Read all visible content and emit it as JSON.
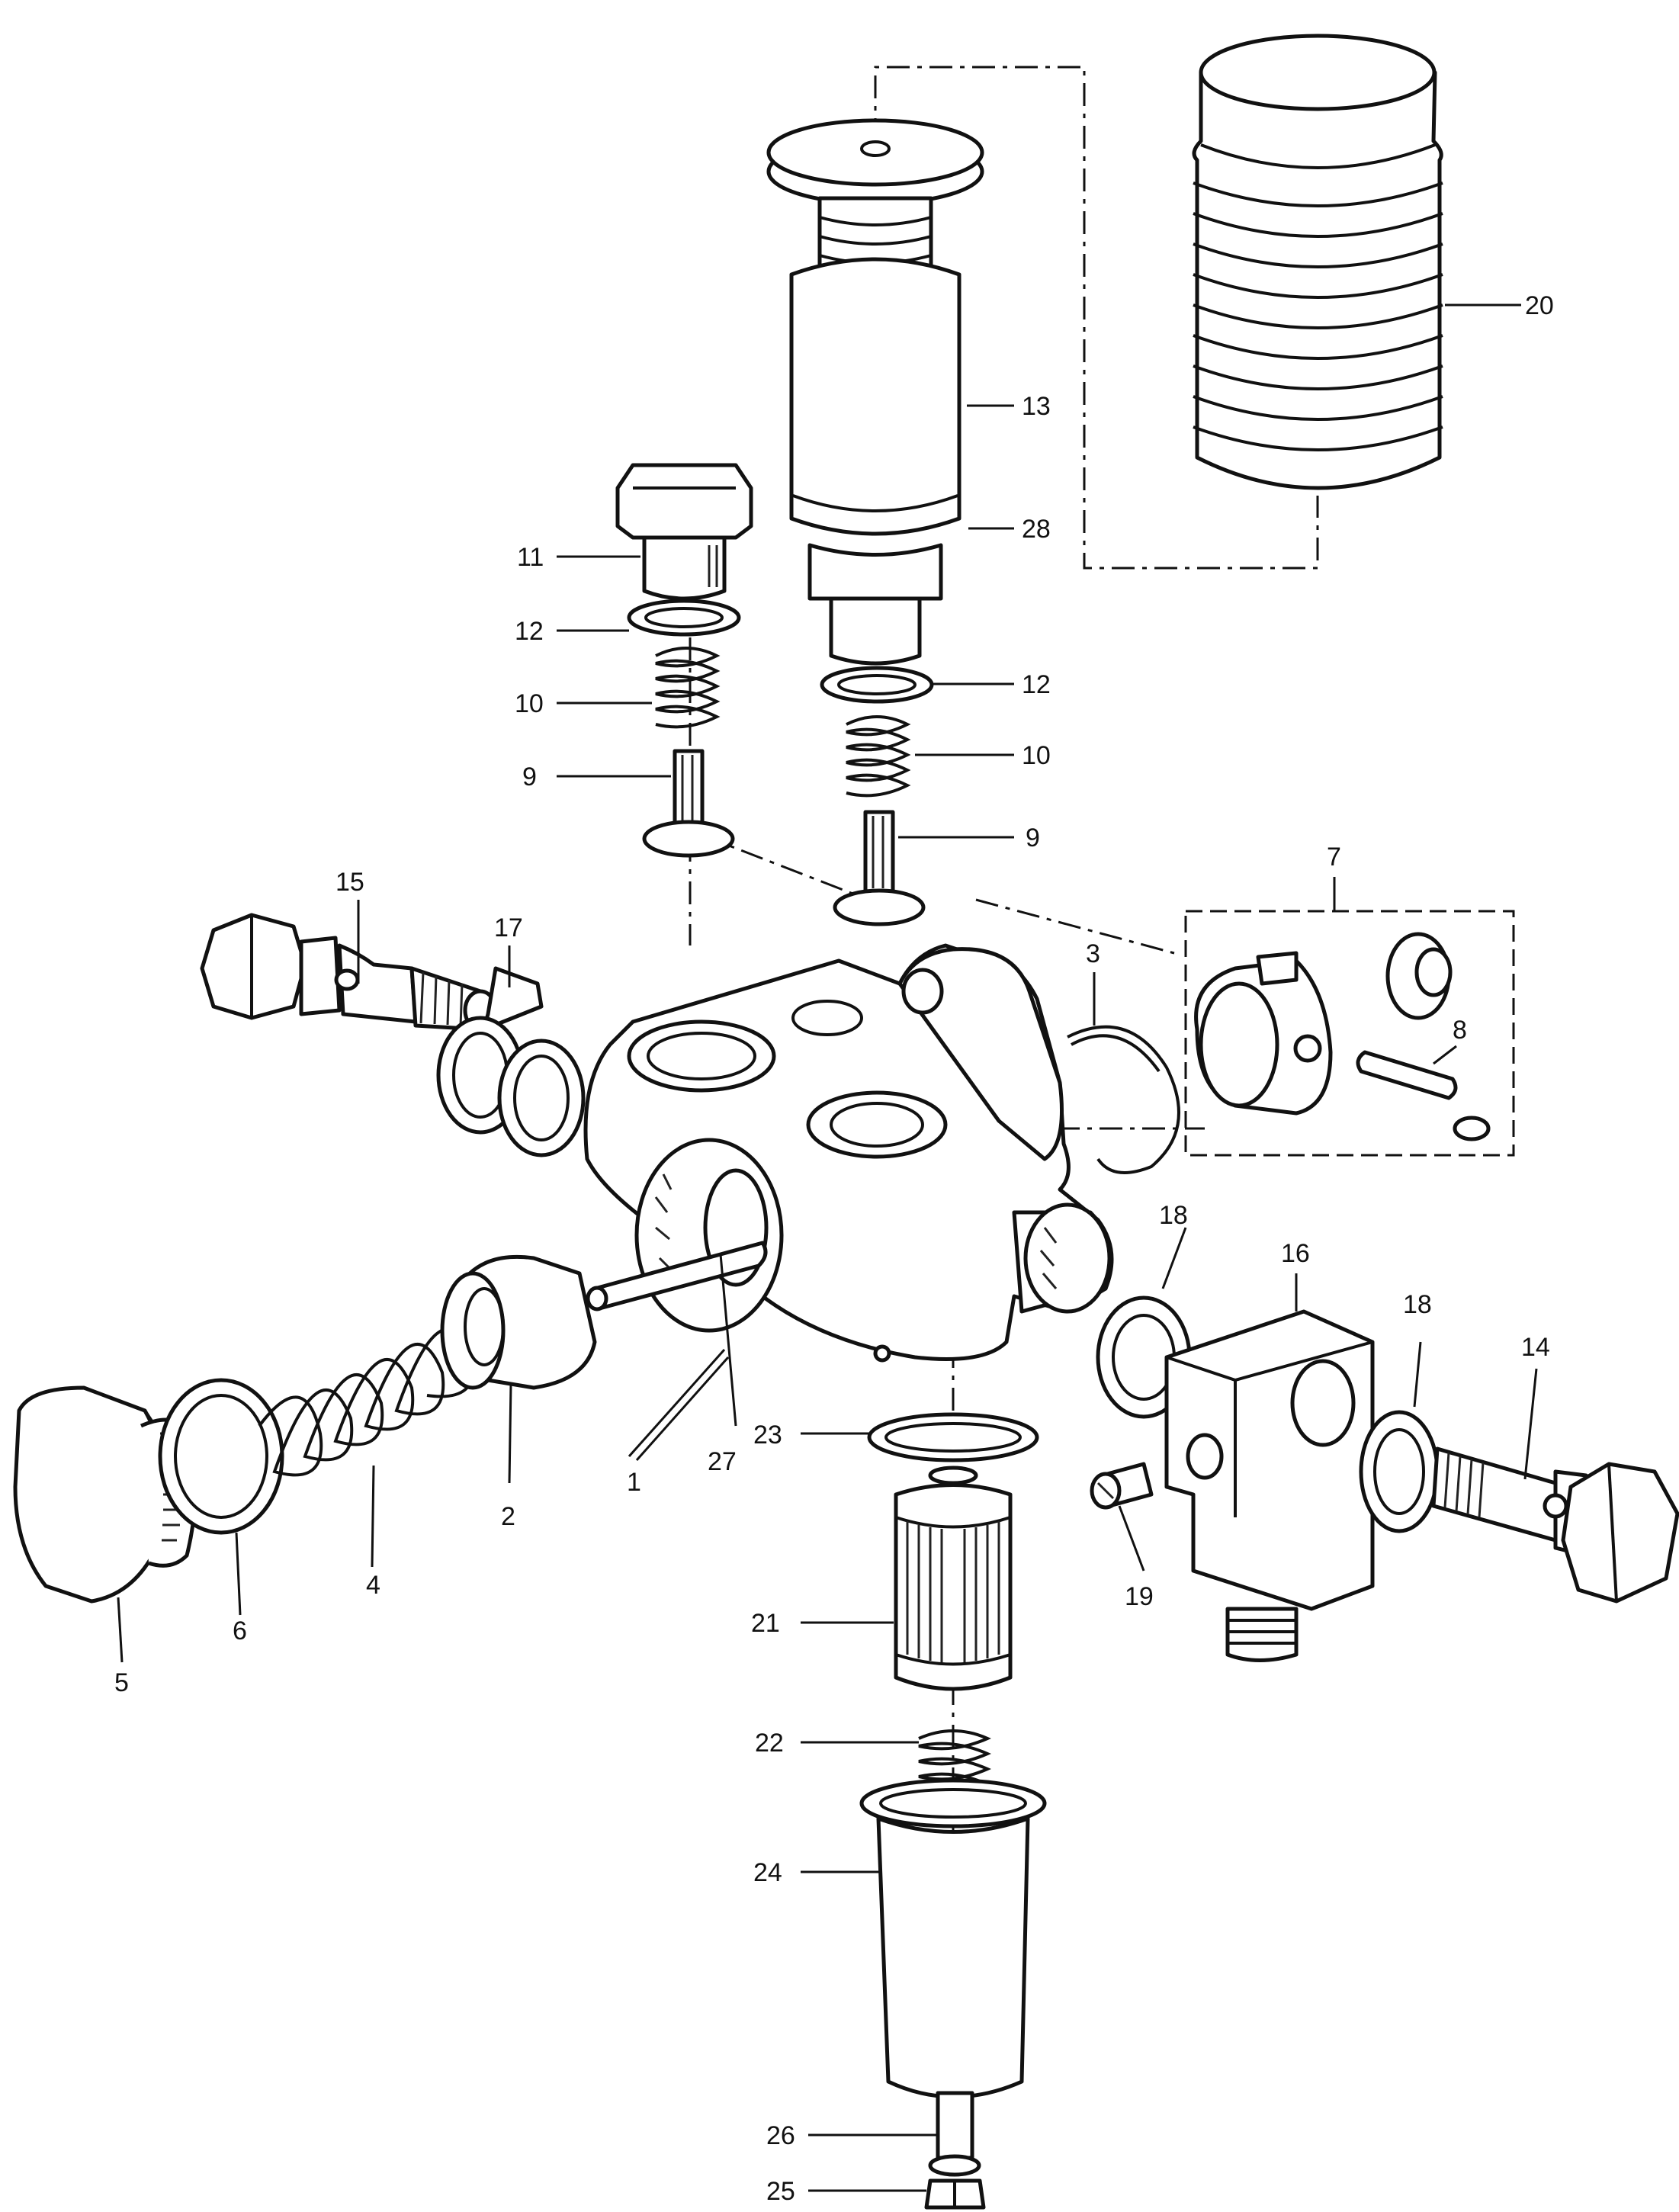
{
  "diagram": {
    "callouts": [
      {
        "id": "c1",
        "text": "1"
      },
      {
        "id": "c2",
        "text": "2"
      },
      {
        "id": "c3",
        "text": "3"
      },
      {
        "id": "c4",
        "text": "4"
      },
      {
        "id": "c5",
        "text": "5"
      },
      {
        "id": "c6",
        "text": "6"
      },
      {
        "id": "c7",
        "text": "7"
      },
      {
        "id": "c8",
        "text": "8"
      },
      {
        "id": "c9a",
        "text": "9"
      },
      {
        "id": "c9b",
        "text": "9"
      },
      {
        "id": "c10a",
        "text": "10"
      },
      {
        "id": "c10b",
        "text": "10"
      },
      {
        "id": "c11",
        "text": "11"
      },
      {
        "id": "c12a",
        "text": "12"
      },
      {
        "id": "c12b",
        "text": "12"
      },
      {
        "id": "c13",
        "text": "13"
      },
      {
        "id": "c14",
        "text": "14"
      },
      {
        "id": "c15",
        "text": "15"
      },
      {
        "id": "c16",
        "text": "16"
      },
      {
        "id": "c17",
        "text": "17"
      },
      {
        "id": "c18a",
        "text": "18"
      },
      {
        "id": "c18b",
        "text": "18"
      },
      {
        "id": "c19",
        "text": "19"
      },
      {
        "id": "c20",
        "text": "20"
      },
      {
        "id": "c21",
        "text": "21"
      },
      {
        "id": "c22",
        "text": "22"
      },
      {
        "id": "c23",
        "text": "23"
      },
      {
        "id": "c24",
        "text": "24"
      },
      {
        "id": "c25",
        "text": "25"
      },
      {
        "id": "c26",
        "text": "26"
      },
      {
        "id": "c27",
        "text": "27"
      },
      {
        "id": "c28",
        "text": "28"
      }
    ]
  }
}
